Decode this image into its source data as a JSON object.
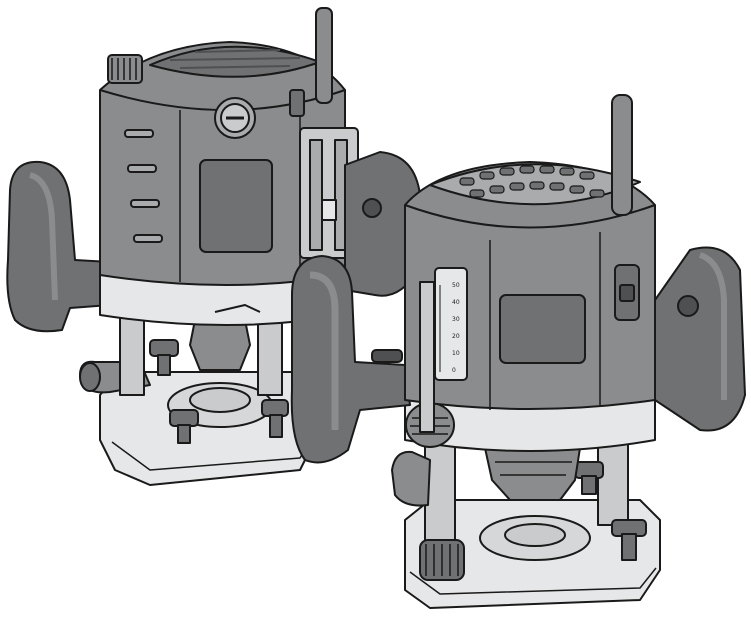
{
  "illustration": {
    "subject": "plunge-router-pair",
    "colors": {
      "outline": "#1a1a1a",
      "body_dark": "#6f7173",
      "body_mid": "#8a8c8e",
      "body_light": "#a9abad",
      "metal": "#c9cbcd",
      "base": "#e6e7e8",
      "highlight": "#f2f2f2"
    },
    "depth_scale": {
      "ticks": [
        "50",
        "40",
        "30",
        "20",
        "10",
        "0"
      ]
    }
  }
}
